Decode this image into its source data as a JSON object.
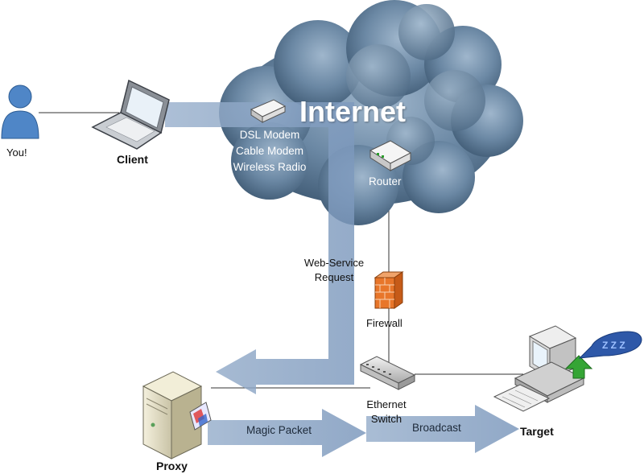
{
  "cloud": {
    "title": "Internet"
  },
  "nodes": {
    "you": {
      "label": "You!"
    },
    "client": {
      "label": "Client"
    },
    "modem": {
      "lines": [
        "DSL Modem",
        "Cable Modem",
        "Wireless Radio"
      ]
    },
    "router": {
      "label": "Router"
    },
    "firewall": {
      "label": "Firewall"
    },
    "switch": {
      "line1": "Ethernet",
      "line2": "Switch"
    },
    "proxy": {
      "label": "Proxy"
    },
    "target": {
      "label": "Target"
    }
  },
  "flows": {
    "request": {
      "line1": "Web-Service",
      "line2": "Request"
    },
    "magic": {
      "label": "Magic Packet"
    },
    "broadcast": {
      "label": "Broadcast"
    }
  },
  "icons": {
    "sleep": "Z Z Z",
    "colors": {
      "cloud": "#5f7d98",
      "arrow": "#8fa8c6",
      "firewall": "#e8762a",
      "wake": "#2e9e2e"
    }
  }
}
